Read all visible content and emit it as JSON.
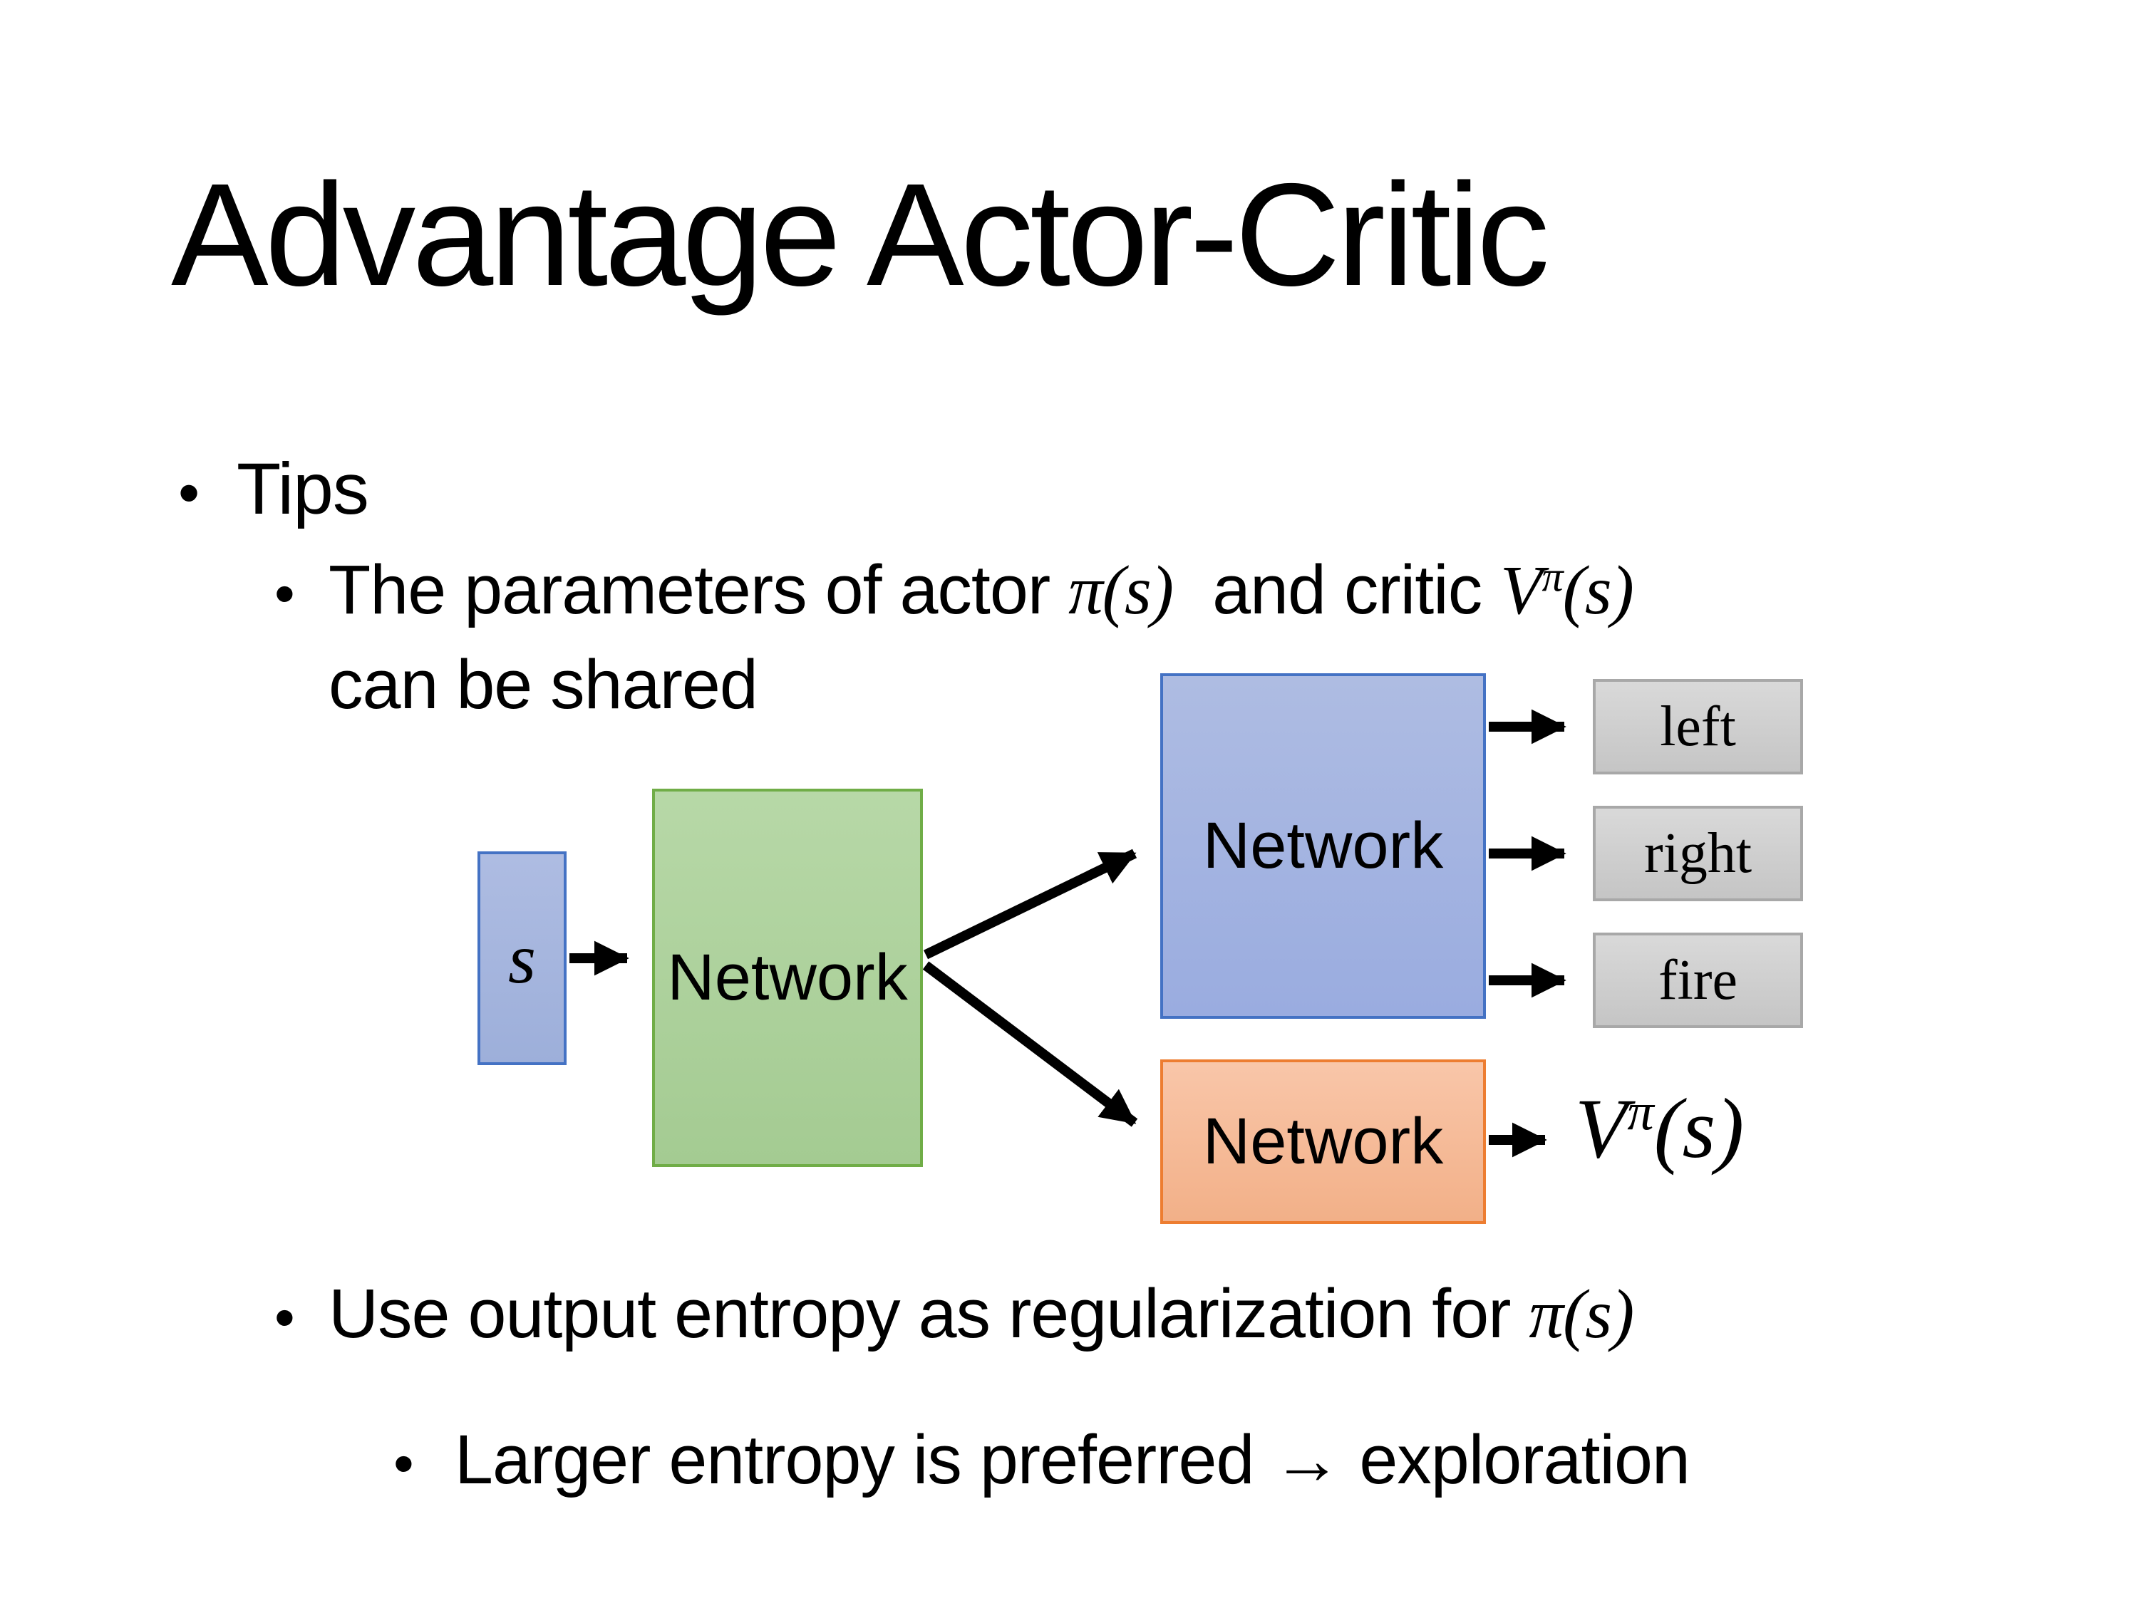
{
  "title": "Advantage Actor-Critic",
  "bullets": {
    "bullet_glyph": "•",
    "level1": "Tips",
    "item1_part1": "The parameters of actor ",
    "item1_math1": "π(s)",
    "item1_part2": " and critic ",
    "item1_mathV": "V",
    "item1_mathV_sup": "π",
    "item1_mathV_args": "(s)",
    "item1_line2": "can be shared",
    "item2_part1": "Use output entropy as regularization for ",
    "item2_math": "π(s)",
    "item3": "Larger entropy is preferred → exploration"
  },
  "diagram": {
    "input_label": "s",
    "shared_network_label": "Network",
    "actor_network_label": "Network",
    "critic_network_label": "Network",
    "action_outputs": [
      "left",
      "right",
      "fire"
    ],
    "value_output": {
      "base": "V",
      "sup": "π",
      "args": "(s)"
    },
    "colors": {
      "input_fill": "#a6b5dd",
      "input_border": "#4472c4",
      "shared_fill": "#aed09d",
      "shared_border": "#70ad47",
      "actor_fill": "#a3b4e0",
      "actor_border": "#4472c4",
      "critic_fill": "#f6bb9b",
      "critic_border": "#ed7d31",
      "output_fill": "#cccccc",
      "output_border": "#a8a8a8",
      "arrow": "#000000"
    }
  }
}
